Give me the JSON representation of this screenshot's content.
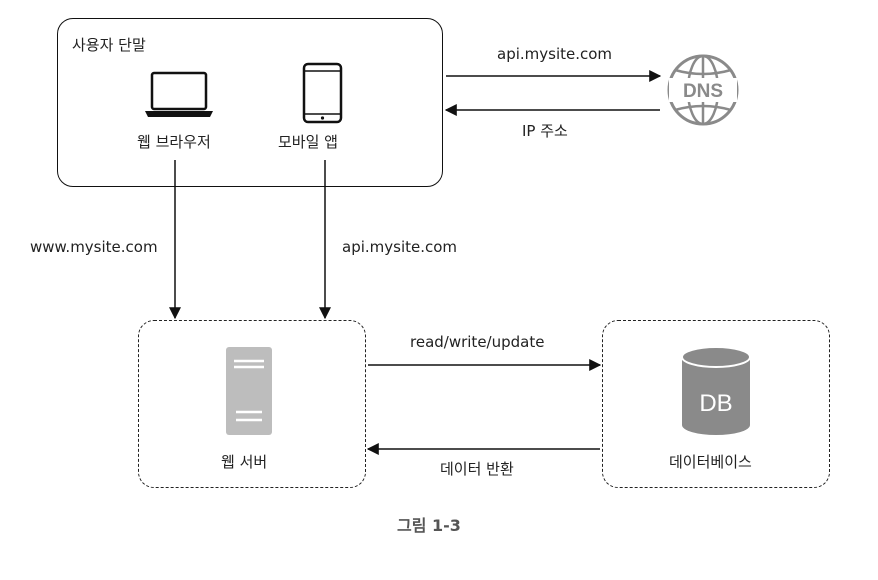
{
  "client": {
    "title": "사용자 단말",
    "web_browser_label": "웹 브라우저",
    "mobile_app_label": "모바일 앱"
  },
  "dns": {
    "icon_text": "DNS",
    "request_label": "api.mysite.com",
    "response_label": "IP 주소"
  },
  "links": {
    "browser_to_web": "www.mysite.com",
    "app_to_web": "api.mysite.com",
    "web_to_db": "read/write/update",
    "db_to_web": "데이터 반환"
  },
  "web_server": {
    "label": "웹 서버"
  },
  "database": {
    "icon_text": "DB",
    "label": "데이터베이스"
  },
  "caption": "그림 1-3",
  "colors": {
    "icon_gray": "#8a8a8a",
    "server_gray": "#bdbdbd",
    "line": "#111111"
  }
}
